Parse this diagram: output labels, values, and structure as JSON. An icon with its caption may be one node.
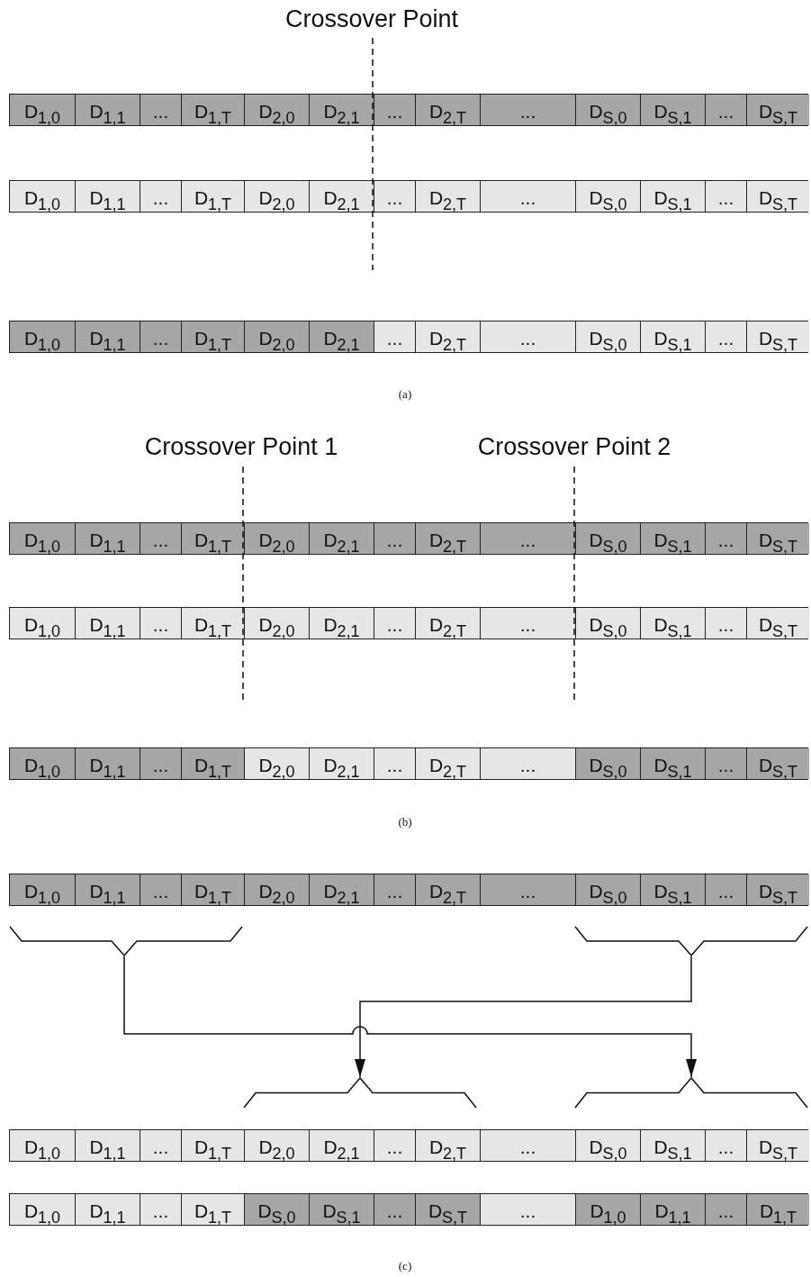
{
  "diagram": {
    "nodes": [
      {
        "text": [],
        "shape": "bar"
      },
      {
        "text": [
          "D$_{1,0}$"
        ],
        "in": 0
      },
      {
        "text": [
          "D$_{1,1}$"
        ],
        "in": 0
      },
      {
        "text": [
          "..."
        ],
        "in": 0
      },
      {
        "text": [
          "D$_{1,T}$"
        ],
        "in": 0
      },
      {
        "text": [
          "D$_{2,0}$"
        ],
        "in": 0
      },
      {
        "text": [
          "D$_{2,1}$"
        ],
        "in": 0
      },
      {
        "text": [
          "..."
        ],
        "in": 0
      },
      {
        "text": [
          "D$_{2,T}$"
        ],
        "in": 0
      },
      {
        "text": [
          "..."
        ],
        "in": 0
      },
      {
        "text": [
          "D$_{S,0}$"
        ],
        "in": 0
      },
      {
        "text": [
          "D$_{S,1}$"
        ],
        "in": 0
      },
      {
        "text": [
          "..."
        ],
        "in": 0
      },
      {
        "text": [
          "D$_{S,T}$"
        ],
        "in": 0
      },
      {
        "text": [],
        "shape": "bar"
      },
      {
        "text": [
          "D$_{1,0}$"
        ],
        "in": 14
      },
      {
        "text": [
          "D$_{1,1}$"
        ],
        "in": 14
      },
      {
        "text": [
          "..."
        ],
        "in": 14
      },
      {
        "text": [
          "D$_{1,T}$"
        ],
        "in": 14
      },
      {
        "text": [
          "D$_{2,0}$"
        ],
        "in": 14
      },
      {
        "text": [
          "D$_{2,1}$"
        ],
        "in": 14
      },
      {
        "text": [
          "..."
        ],
        "in": 14
      },
      {
        "text": [
          "D$_{2,T}$"
        ],
        "in": 14
      },
      {
        "text": [
          "..."
        ],
        "in": 14
      },
      {
        "text": [
          "D$_{S,0}$"
        ],
        "in": 14
      },
      {
        "text": [
          "D$_{S,1}$"
        ],
        "in": 14
      },
      {
        "text": [
          "..."
        ],
        "in": 14
      },
      {
        "text": [
          "D$_{S,T}$"
        ],
        "in": 14
      },
      {
        "text": [],
        "shape": "bar"
      },
      {
        "text": [
          "D$_{1,0}$"
        ],
        "in": 28
      },
      {
        "text": [
          "D$_{1,1}$"
        ],
        "in": 28
      },
      {
        "text": [
          "..."
        ],
        "in": 28
      },
      {
        "text": [
          "D$_{1,T}$"
        ],
        "in": 28
      },
      {
        "text": [
          "D$_{2,0}$"
        ],
        "in": 28
      },
      {
        "text": [
          "D$_{2,1}$"
        ],
        "in": 28
      },
      {
        "text": [
          "..."
        ],
        "in": 28
      },
      {
        "text": [
          "D$_{2,T}$"
        ],
        "in": 28
      },
      {
        "text": [
          "..."
        ],
        "in": 28
      },
      {
        "text": [
          "D$_{S,0}$"
        ],
        "in": 28
      },
      {
        "text": [
          "D$_{S,1}$"
        ],
        "in": 28
      },
      {
        "text": [
          "..."
        ],
        "in": 28
      },
      {
        "text": [
          "D$_{S,T}$"
        ],
        "in": 28
      },
      {
        "text": [],
        "shape": "bar"
      },
      {
        "text": [
          "D$_{1,0}$"
        ],
        "in": 42
      },
      {
        "text": [
          "D$_{1,1}$"
        ],
        "in": 42
      },
      {
        "text": [
          "..."
        ],
        "in": 42
      },
      {
        "text": [
          "D$_{1,T}$"
        ],
        "in": 42
      },
      {
        "text": [
          "D$_{2,0}$"
        ],
        "in": 42
      },
      {
        "text": [
          "D$_{2,1}$"
        ],
        "in": 42
      },
      {
        "text": [
          "..."
        ],
        "in": 42
      },
      {
        "text": [
          "D$_{2,T}$"
        ],
        "in": 42
      },
      {
        "text": [
          "..."
        ],
        "in": 42
      },
      {
        "text": [
          "D$_{S,0}$"
        ],
        "in": 42
      },
      {
        "text": [
          "D$_{S,1}$"
        ],
        "in": 42
      },
      {
        "text": [
          "..."
        ],
        "in": 42
      },
      {
        "text": [
          "D$_{S,T}$"
        ],
        "in": 42
      },
      {
        "text": [],
        "shape": "bar"
      },
      {
        "text": [
          "D$_{1,0}$"
        ],
        "in": 56
      },
      {
        "text": [
          "D$_{1,1}$"
        ],
        "in": 56
      },
      {
        "text": [
          "..."
        ],
        "in": 56
      },
      {
        "text": [
          "D$_{1,T}$"
        ],
        "in": 56
      },
      {
        "text": [
          "D$_{2,0}$"
        ],
        "in": 56
      },
      {
        "text": [
          "D$_{2,1}$"
        ],
        "in": 56
      },
      {
        "text": [
          "..."
        ],
        "in": 56
      },
      {
        "text": [
          "D$_{2,T}$"
        ],
        "in": 56
      },
      {
        "text": [
          "..."
        ],
        "in": 56
      },
      {
        "text": [
          "D$_{S,0}$"
        ],
        "in": 56
      },
      {
        "text": [
          "D$_{S,1}$"
        ],
        "in": 56
      },
      {
        "text": [
          "..."
        ],
        "in": 56
      },
      {
        "text": [
          "D$_{S,T}$"
        ],
        "in": 56
      },
      {
        "text": [],
        "shape": "bar"
      },
      {
        "text": [
          "D$_{1,0}$"
        ],
        "in": 70
      },
      {
        "text": [
          "D$_{1,1}$"
        ],
        "in": 70
      },
      {
        "text": [
          "..."
        ],
        "in": 70
      },
      {
        "text": [
          "D$_{1,T}$"
        ],
        "in": 70
      },
      {
        "text": [
          "D$_{2,0}$"
        ],
        "in": 70
      },
      {
        "text": [
          "D$_{2,1}$"
        ],
        "in": 70
      },
      {
        "text": [
          "..."
        ],
        "in": 70
      },
      {
        "text": [
          "D$_{2,T}$"
        ],
        "in": 70
      },
      {
        "text": [
          "..."
        ],
        "in": 70
      },
      {
        "text": [
          "D$_{S,0}$"
        ],
        "in": 70
      },
      {
        "text": [
          "D$_{S,1}$"
        ],
        "in": 70
      },
      {
        "text": [
          "..."
        ],
        "in": 70
      },
      {
        "text": [
          "D$_{S,T}$"
        ],
        "in": 70
      },
      {
        "text": [],
        "shape": "bar"
      },
      {
        "text": [
          "D$_{1,0}$"
        ],
        "in": 84
      },
      {
        "text": [
          "D$_{1,1}$"
        ],
        "in": 84
      },
      {
        "text": [
          "..."
        ],
        "in": 84
      },
      {
        "text": [
          "D$_{1,T}$"
        ],
        "in": 84
      },
      {
        "text": [
          "D$_{2,0}$"
        ],
        "in": 84
      },
      {
        "text": [
          "D$_{2,1}$"
        ],
        "in": 84
      },
      {
        "text": [
          "..."
        ],
        "in": 84
      },
      {
        "text": [
          "D$_{2,T}$"
        ],
        "in": 84
      },
      {
        "text": [
          "..."
        ],
        "in": 84
      },
      {
        "text": [
          "D$_{S,0}$"
        ],
        "in": 84
      },
      {
        "text": [
          "D$_{S,1}$"
        ],
        "in": 84
      },
      {
        "text": [
          "..."
        ],
        "in": 84
      },
      {
        "text": [
          "D$_{S,T}$"
        ],
        "in": 84
      },
      {
        "text": [],
        "shape": "bracket"
      },
      {
        "text": [],
        "shape": "bracket"
      },
      {
        "text": [],
        "shape": "bracket"
      },
      {
        "text": [],
        "shape": "bracket"
      },
      {
        "text": [],
        "shape": "bar"
      },
      {
        "text": [
          "D$_{1,0}$"
        ],
        "in": 102
      },
      {
        "text": [
          "D$_{1,1}$"
        ],
        "in": 102
      },
      {
        "text": [
          "..."
        ],
        "in": 102
      },
      {
        "text": [
          "D$_{1,T}$"
        ],
        "in": 102
      },
      {
        "text": [
          "D$_{2,0}$"
        ],
        "in": 102
      },
      {
        "text": [
          "D$_{2,1}$"
        ],
        "in": 102
      },
      {
        "text": [
          "..."
        ],
        "in": 102
      },
      {
        "text": [
          "D$_{2,T}$"
        ],
        "in": 102
      },
      {
        "text": [
          "..."
        ],
        "in": 102
      },
      {
        "text": [
          "D$_{S,0}$"
        ],
        "in": 102
      },
      {
        "text": [
          "D$_{S,1}$"
        ],
        "in": 102
      },
      {
        "text": [
          "..."
        ],
        "in": 102
      },
      {
        "text": [
          "D$_{S,T}$"
        ],
        "in": 102
      },
      {
        "text": [],
        "shape": "bar"
      },
      {
        "text": [
          "D$_{1,0}$"
        ],
        "in": 116
      },
      {
        "text": [
          "D$_{1,1}$"
        ],
        "in": 116
      },
      {
        "text": [
          "..."
        ],
        "in": 116
      },
      {
        "text": [
          "D$_{1,T}$"
        ],
        "in": 116
      },
      {
        "text": [
          "D$_{S,0}$"
        ],
        "in": 116
      },
      {
        "text": [
          "D$_{S,1}$"
        ],
        "in": 116
      },
      {
        "text": [
          "..."
        ],
        "in": 116
      },
      {
        "text": [
          "D$_{S,T}$"
        ],
        "in": 116
      },
      {
        "text": [
          "..."
        ],
        "in": 116
      },
      {
        "text": [
          "D$_{1,0}$"
        ],
        "in": 116
      },
      {
        "text": [
          "D$_{1,1}$"
        ],
        "in": 116
      },
      {
        "text": [
          "..."
        ],
        "in": 116
      },
      {
        "text": [
          "D$_{1,T}$"
        ],
        "in": 116
      }
    ],
    "edges": [
      {
        "from": 98,
        "to": 101,
        "arrow": "to"
      },
      {
        "from": 99,
        "to": 100,
        "arrow": "to"
      }
    ],
    "labels": [
      "Crossover Point",
      "(a)",
      "Crossover Point 1",
      "Crossover Point 2",
      "(b)",
      "(c)"
    ]
  }
}
